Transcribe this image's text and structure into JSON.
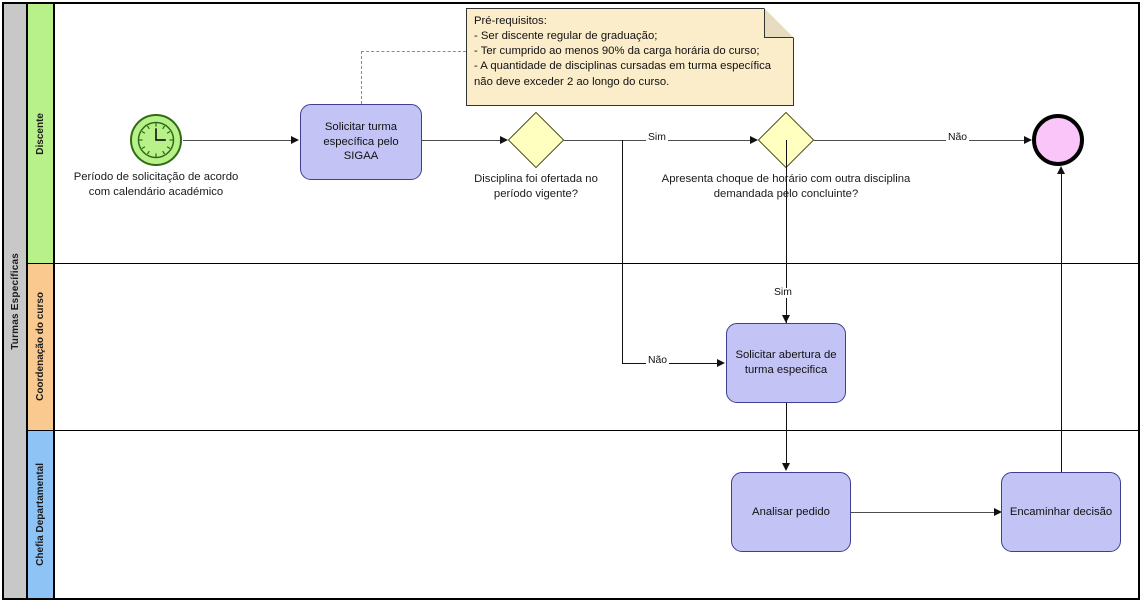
{
  "diagram": {
    "title": "Turmas Específicas",
    "type": "bpmn-process-diagram"
  },
  "pool": {
    "label": "Turmas Específicas",
    "lanes": [
      {
        "id": "discente",
        "label": "Discente",
        "color": "#b8f08a"
      },
      {
        "id": "coordenacao",
        "label": "Coordenação do curso",
        "color": "#fac990"
      },
      {
        "id": "chefia",
        "label": "Chefia Departamental",
        "color": "#8ec3f5"
      }
    ]
  },
  "events": {
    "start": {
      "icon": "clock-icon",
      "label": "Período de solicitação de acordo\ncom calendário académico",
      "fill": "#b8f08a"
    },
    "end": {
      "label": "",
      "fill": "#fac5f8"
    }
  },
  "tasks": [
    {
      "id": "solicitar-turma",
      "label": "Solicitar turma\nespecífica pelo\nSIGAA",
      "lane": "discente"
    },
    {
      "id": "solicitar-abertura",
      "label": "Solicitar abertura de\nturma especifica",
      "lane": "coordenacao"
    },
    {
      "id": "analisar-pedido",
      "label": "Analisar pedido",
      "lane": "chefia"
    },
    {
      "id": "encaminhar-decisao",
      "label": "Encaminhar decisão",
      "lane": "chefia"
    }
  ],
  "gateways": [
    {
      "id": "gw-oferta",
      "label": "Disciplina foi ofertada no\nperíodo vigente?",
      "fill": "#ffffbf"
    },
    {
      "id": "gw-choque",
      "label": "Apresenta choque de horário com outra disciplina\ndemandada pelo concluinte?",
      "fill": "#ffffbf"
    }
  ],
  "flow_labels": {
    "gw1_sim": "Sim",
    "gw1_nao": "Não",
    "gw2_sim": "Sim",
    "gw2_nao": "Não"
  },
  "note": {
    "text": "Pré-requisitos:\n- Ser discente regular de graduação;\n- Ter cumprido ao menos 90% da carga horária do curso;\n- A quantidade de disciplinas cursadas em turma específica\nnão deve exceder 2 ao longo do curso.",
    "fill": "#fbecca"
  }
}
